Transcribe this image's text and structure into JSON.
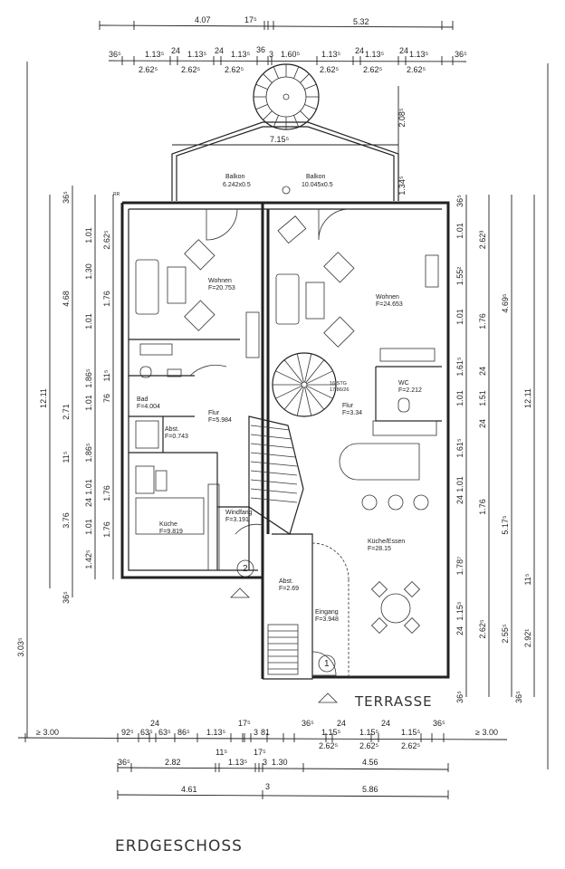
{
  "title": "ERDGESCHOSS",
  "terrace_label": "TERRASSE",
  "rooms": {
    "balkon_left": {
      "name": "Balkon",
      "area": "6.242x0.5"
    },
    "balkon_right": {
      "name": "Balkon",
      "area": "10.045x0.5"
    },
    "wohnen_left": {
      "name": "Wohnen",
      "area": "F=20.753"
    },
    "wohnen_right": {
      "name": "Wohnen",
      "area": "F=24.653"
    },
    "bad": {
      "name": "Bad",
      "area": "F=4.004"
    },
    "flur_left": {
      "name": "Flur",
      "area": "F=5.984"
    },
    "abst_left": {
      "name": "Abst.",
      "area": "F=0.743"
    },
    "kueche": {
      "name": "Küche",
      "area": "F=9.819"
    },
    "windfang": {
      "name": "Windfang",
      "area": "F=3.191"
    },
    "wc": {
      "name": "WC",
      "area": "F=2.212"
    },
    "flur_right": {
      "name": "Flur",
      "area": "F=3.34"
    },
    "stair_note": {
      "line1": "16 STG",
      "line2": "17.86/26"
    },
    "abst_right": {
      "name": "Abst.",
      "area": "F=2.69"
    },
    "eingang": {
      "name": "Eingang",
      "area": "F=3.948"
    },
    "kueche_essen": {
      "name": "Küche/Essen",
      "area": "F=28.15"
    }
  },
  "markers": {
    "entrance_1": "1",
    "entrance_2": "2",
    "rr": "RR"
  },
  "dims": {
    "top_a": [
      "4.07",
      "17⁵",
      "5.32"
    ],
    "top_b": [
      "36⁵",
      "1.13⁵",
      "24",
      "1.13⁵",
      "24",
      "1.13⁵",
      "36",
      "3",
      "1.60⁵",
      "1.13⁵",
      "24",
      "1.13⁵",
      "24",
      "1.13⁵",
      "36⁵"
    ],
    "top_c": [
      "2.62⁵",
      "2.62⁵",
      "2.62⁵",
      "2.62⁵",
      "2.62⁵",
      "2.62⁵"
    ],
    "balcony": [
      "7.15⁵",
      "2.08⁵",
      "1.34⁵"
    ],
    "bottom_a": [
      "≥ 3.00",
      "92⁵",
      "63⁵",
      "24",
      "63⁵",
      "86⁵",
      "1.13⁵",
      "17⁵",
      "3",
      "81",
      "36⁵",
      "1.15⁵",
      "24",
      "1.15⁵",
      "24",
      "1.15⁵",
      "36⁵",
      "≥ 3.00"
    ],
    "bottom_a2": [
      "2.62⁵",
      "2.62⁵",
      "2.62⁵"
    ],
    "bottom_b": [
      "36⁵",
      "2.82",
      "11⁵",
      "1.13⁵",
      "17⁵",
      "3",
      "1.30",
      "4.56"
    ],
    "bottom_c": [
      "4.61",
      "3",
      "5.86"
    ],
    "left": [
      "12.11",
      "3.03⁵",
      "36⁵",
      "4.68",
      "2.71",
      "11⁵",
      "3.76",
      "36⁵",
      "1.01",
      "1.30",
      "1.01",
      "1.86⁵",
      "1.01",
      "1.86⁵",
      "1.01",
      "24",
      "1.01",
      "1.42⁵",
      "2.62⁵",
      "1.76",
      "11⁵",
      "76",
      "1.76",
      "1.76"
    ],
    "right": [
      "36⁵",
      "1.01",
      "1.55²",
      "1.01",
      "1.61⁵",
      "1.01",
      "1.61⁵",
      "1.01",
      "24",
      "1.78⁷",
      "24",
      "1.15⁵",
      "36⁵",
      "2.62³",
      "1.76",
      "24",
      "1.51",
      "24",
      "1.76",
      "2.62⁵",
      "4.69⁵",
      "5.17⁵",
      "2.55⁵",
      "12.11",
      "11⁵",
      "2.92¹",
      "36⁵"
    ]
  }
}
